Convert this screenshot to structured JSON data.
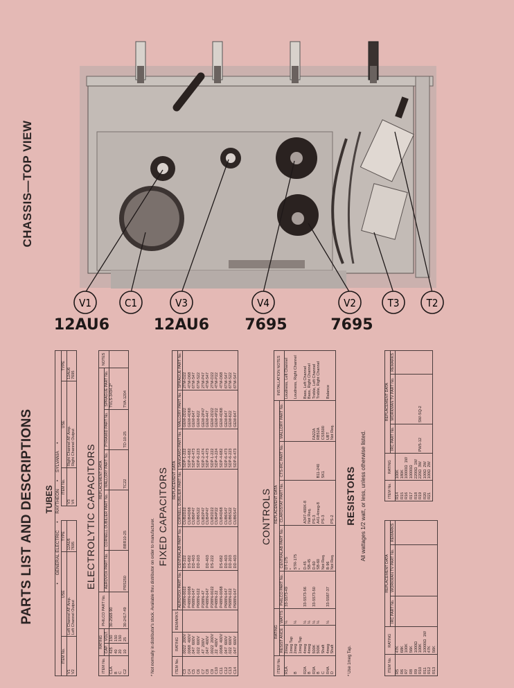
{
  "chassis": {
    "title": "CHASSIS—TOP VIEW",
    "callouts": [
      {
        "id": "V1",
        "tube": "12AU6"
      },
      {
        "id": "C1",
        "tube": ""
      },
      {
        "id": "V3",
        "tube": "12AU6"
      },
      {
        "id": "V4",
        "tube": "7695"
      },
      {
        "id": "V2",
        "tube": "7695"
      },
      {
        "id": "T3",
        "tube": ""
      },
      {
        "id": "T2",
        "tube": ""
      }
    ]
  },
  "parts": {
    "title": "PARTS LIST AND DESCRIPTIONS",
    "tubes": {
      "heading": "TUBES",
      "brands": "•      GENERAL ELECTRIC      •      RAYTHEON      •      SYLVANIA      •",
      "headers": [
        "ITEM No.",
        "USE",
        "TYPE"
      ],
      "left_rows": [
        [
          "V1\nV2",
          "Left Channel AF Amp.\nLeft Channel Output",
          "12AU6\n7695"
        ]
      ],
      "right_rows": [
        [
          "V3\nV4",
          "Right Channel AF Amp.\nRight Channel Output",
          "12AU6\n7695"
        ]
      ]
    },
    "electrolytic": {
      "heading": "ELECTROLYTIC CAPACITORS",
      "replacement": "REPLACEMENT DATA",
      "headers": {
        "item": "ITEM No.",
        "rating": "RATING",
        "cap": "CAP.",
        "volt": "VOLT.",
        "philco": "PHILCO PART No.",
        "aerovox": "AEROVOX PART No.",
        "cornell": "CORNELL DUBILIER PART No.",
        "mallory": "MALLORY PART No.",
        "pyramid": "PYRAMID PART No.",
        "sprague": "SPRAGUE PART No.",
        "notes": "NOTES"
      },
      "rows": [
        [
          "C1A",
          "425",
          "150",
          "30-2568-90",
          "",
          "",
          "",
          "",
          "TVLS-3434.2*",
          ""
        ],
        [
          "B",
          "40",
          "150",
          "",
          "",
          "",
          "",
          "",
          "",
          ""
        ],
        [
          "C",
          "20",
          "150",
          "",
          "",
          "",
          "",
          "",
          "",
          ""
        ],
        [
          "C2",
          "10",
          "25",
          "30-2417-49",
          "PRS250",
          "BBR10-25",
          "TC22",
          "TD-10-25",
          "TVA-1204",
          ""
        ]
      ],
      "footnote": "* Not normally in distributor's stock. Available thru distributor on order to manufacturer."
    },
    "fixed": {
      "heading": "FIXED CAPACITORS",
      "replacement": "REPLACEMENT DATA",
      "headers": [
        "ITEM No.",
        "RATING",
        "REMARKS",
        "AEROVOX PART No.",
        "CENTRALAB PART No.",
        "CORNELL DUBILIER PART No.",
        "SANGAMO PART No.",
        "MALLORY PART No.",
        "SPRAGUE PART No."
      ],
      "rows": [
        [
          "C3",
          ".0022  200V",
          "",
          "P288N-0022",
          "DS-222",
          "CUB2D22",
          "SDP-1-222",
          "GEM-2D22",
          "2TM-D22"
        ],
        [
          "C4",
          ".0068  400V",
          "",
          "P488N-0068",
          "DS-682",
          "CUB4D68",
          "SDP-4-682",
          "GEM-4D68",
          "4TM-D68"
        ],
        [
          "C5",
          ".047  600V",
          "",
          "P688N-047",
          "DD-403",
          "CUB6P47",
          "SDP-6-473",
          "GEM-647",
          "6TM-S47"
        ],
        [
          "C6",
          ".022  600V",
          "",
          "P688N-022",
          "DD-203",
          "CUB6S22",
          "SDP-6-223",
          "GEM-622",
          "6TM-S22"
        ],
        [
          "C7",
          ".47  200V",
          "",
          "P288N-47",
          "",
          "CUB2P47",
          "SDP-2-474",
          "GEM-2P47",
          "2TM-P47"
        ],
        [
          "C8",
          ".047  400V",
          "",
          "P488N-047",
          "DD-403",
          "CUB4P47",
          "SDP-4-473",
          "GEM-447",
          "4TM-S47"
        ],
        [
          "C9",
          ".0022  200V",
          "",
          "P288N-0022",
          "DS-222",
          "CUB2D22",
          "SDP-1-222",
          "GEM-2D22",
          "2TM-D22"
        ],
        [
          "C10",
          ".22  400V",
          "",
          "P488N-22",
          "",
          "CUB4P22",
          "SDP-4-224",
          "GEM-4P22",
          "4TM-P22"
        ],
        [
          "C11",
          ".0068  400V",
          "",
          "P488N-0068",
          "DS-682",
          "CUB4D68",
          "SDP-4-682",
          "GEM-4D68",
          "4TM-D68"
        ],
        [
          "C12",
          ".047  600V",
          "",
          "P688N-047",
          "DD-403",
          "CUB6S47",
          "SDP-6-473",
          "GEM-647",
          "6TM-S47"
        ],
        [
          "C13",
          ".022  600V",
          "",
          "P688N-022",
          "DD-203",
          "CUB6S22",
          "SDP-6-223",
          "GEM-622",
          "6TM-S22"
        ],
        [
          "C14",
          ".047  600V",
          "",
          "P688N-047",
          "DD-403",
          "CUB6S47",
          "SDP-6-473",
          "GEM-647",
          "6TM-S47"
        ]
      ]
    },
    "controls": {
      "heading": "CONTROLS",
      "replacement": "REPLACEMENT DATA",
      "headers": {
        "item": "ITEM No.",
        "rating": "RATING",
        "resist": "RESIST ANCE",
        "watts": "WATTS",
        "philco": "PHILCO PART No.",
        "centralab": "CENTRALAB PART No.",
        "clarostat": "CLAROSTAT PART No.",
        "cts": "CTS-IRC PART No.",
        "mallory": "MALLORY PART No.",
        "notes": "INSTALLATION NOTES"
      },
      "rows": [
        [
          "R1A",
          "2meg",
          "¼",
          "33-5573-49",
          "DT-175",
          "",
          "",
          "",
          "Loudness, Left Channel"
        ],
        [
          "",
          "1meg Tap",
          "",
          "",
          "*",
          "",
          "",
          "",
          ""
        ],
        [
          "B",
          "2meg",
          "¼",
          "",
          "STR-175",
          "",
          "",
          "",
          "Loudness, Right Channel"
        ],
        [
          "",
          "1meg Tap",
          "",
          "",
          "*",
          "",
          "",
          "",
          ""
        ],
        [
          "R2A",
          "4meg",
          "¼",
          "33-5573-56",
          "D-45",
          "A347-400K-8",
          "",
          "",
          "Bass, Left Channel"
        ],
        [
          "B",
          "4meg",
          "¼",
          "",
          "SB-45",
          "Not Req.",
          "",
          "",
          "Bass, Right Channel"
        ],
        [
          "R3A",
          "500K",
          "¼",
          "33-5573-50",
          "D-60",
          "PS-3",
          "",
          "FA22A",
          "Treble, Left Channel"
        ],
        [
          "B",
          "500K",
          "¼",
          "",
          "SB-60",
          "A41-4meg-8",
          "B11-240",
          "RB52A",
          "Treble, Right Channel"
        ],
        [
          "C",
          "Shaft",
          "",
          "",
          "Not Req.",
          "PS-3",
          "SK1",
          "CS5500",
          ""
        ],
        [
          "R4A",
          "4meg",
          "¼",
          "33-5587-37",
          "B-96",
          "",
          "",
          "UBT",
          "Balance"
        ],
        [
          "D",
          "Shaft",
          "",
          "",
          "Not Req.",
          "PS-2",
          "",
          "Not Req.",
          ""
        ]
      ],
      "footnote": "* Use 1meg Tap."
    },
    "resistors": {
      "heading": "RESISTORS",
      "subtitle": "All wattages 1/2 watt, or less, unless otherwise listed.",
      "replacement": "REPLACEMENT DATA",
      "headers": [
        "ITEM No.",
        "RATING",
        "IRC PART No.",
        "WORKMAN TV PART No.",
        "REMARKS"
      ],
      "left_rows": [
        [
          "R5",
          "47K",
          "",
          "",
          ""
        ],
        [
          "R6",
          "68K",
          "",
          "",
          ""
        ],
        [
          "R7",
          "100K",
          "",
          "",
          ""
        ],
        [
          "R8",
          "56K",
          "",
          "",
          ""
        ],
        [
          "R9",
          "1000Ω",
          "",
          "",
          ""
        ],
        [
          "R10",
          "100K",
          "",
          "",
          ""
        ],
        [
          "R11",
          "10000Ω  1W",
          "",
          "",
          ""
        ],
        [
          "R12",
          "47K",
          "",
          "",
          ""
        ],
        [
          "R13",
          "56K",
          "",
          "",
          ""
        ]
      ],
      "right_rows": [
        [
          "R14",
          "100K",
          "",
          "",
          ""
        ],
        [
          "R15",
          "180K",
          "",
          "",
          ""
        ],
        [
          "R16",
          "10000Ω  1W",
          "",
          "",
          ""
        ],
        [
          "R17",
          "10000Ω",
          "",
          "",
          ""
        ],
        [
          "R18",
          "2200Ω  1W",
          "",
          "",
          ""
        ],
        [
          "R19",
          "220Ω  3W",
          "PW5-12",
          "SW-SQ-2",
          ""
        ],
        [
          "R20",
          "100Ω  2W",
          "",
          "",
          ""
        ],
        [
          "R21",
          "100Ω  2W",
          "",
          "",
          ""
        ]
      ]
    }
  }
}
